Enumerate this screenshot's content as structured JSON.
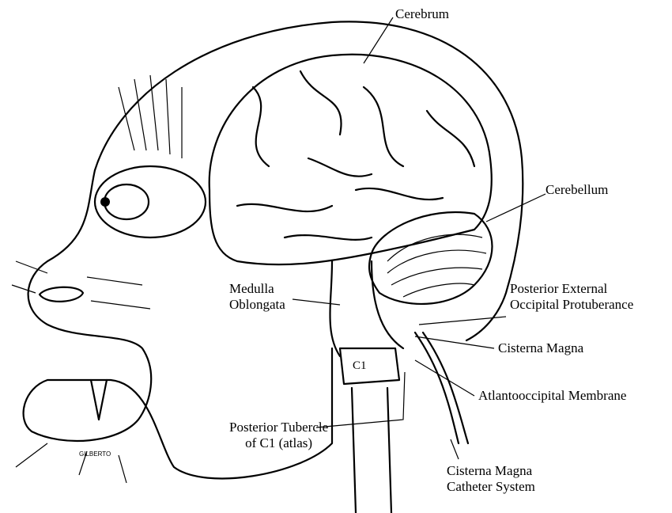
{
  "labels": {
    "cerebrum": "Cerebrum",
    "cerebellum": "Cerebellum",
    "medulla": "Medulla\nOblongata",
    "medulla_line1": "Medulla",
    "medulla_line2": "Oblongata",
    "protuberance_line1": "Posterior External",
    "protuberance_line2": "Occipital Protuberance",
    "cisterna_magna": "Cisterna Magna",
    "membrane": "Atlantooccipital Membrane",
    "tubercle_line1": "Posterior Tubercle",
    "tubercle_line2": "of C1 (atlas)",
    "catheter_line1": "Cisterna Magna",
    "catheter_line2": "Catheter System",
    "c1": "C1"
  },
  "signature": "GILBERTO"
}
